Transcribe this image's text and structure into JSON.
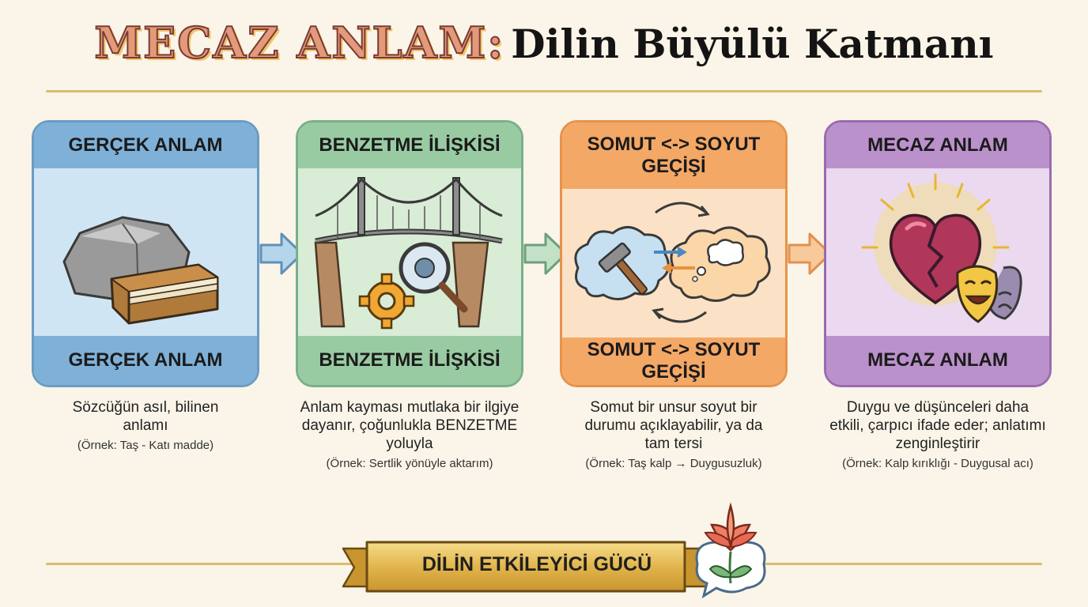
{
  "header": {
    "title_accent": "MECAZ ANLAM:",
    "title_rest": "Dilin Büyülü Katmanı"
  },
  "colors": {
    "card_1": "#7fb1d8",
    "card_2": "#99cba3",
    "card_3": "#f4a866",
    "card_4": "#bb91cc",
    "gold": "#d9bc6e"
  },
  "steps": [
    {
      "title": "GERÇEK ANLAM",
      "footer": "GERÇEK ANLAM",
      "icon": "stone-and-book-icon",
      "description": "Sözcüğün asıl, bilinen anlamı",
      "example": "(Örnek: Taş - Katı madde)"
    },
    {
      "title": "BENZETME İLİŞKİSİ",
      "footer": "BENZETME İLİŞKİSİ",
      "icon": "bridge-gears-magnifier-icon",
      "description": "Anlam kayması mutlaka bir ilgiye dayanır, çoğunlukla BENZETME yoluyla",
      "example": "(Örnek: Sertlik yönüyle aktarım)"
    },
    {
      "title": "SOMUT <-> SOYUT GEÇİŞİ",
      "footer": "SOMUT <-> SOYUT GEÇİŞİ",
      "icon": "hammer-thought-clouds-icon",
      "description": "Somut bir unsur soyut bir durumu açıklayabilir, ya da tam tersi",
      "example": "(Örnek: Taş kalp → Duygusuzluk)"
    },
    {
      "title": "MECAZ ANLAM",
      "footer": "MECAZ ANLAM",
      "icon": "broken-heart-masks-icon",
      "description": "Duygu ve düşünceleri daha etkili, çarpıcı ifade eder; anlatımı zenginleştirir",
      "example": "(Örnek: Kalp kırıklığı - Duygusal acı)"
    }
  ],
  "banner": {
    "label": "DİLİN ETKİLEYİCİ GÜCÜ",
    "icon": "lotus-flower-icon"
  }
}
